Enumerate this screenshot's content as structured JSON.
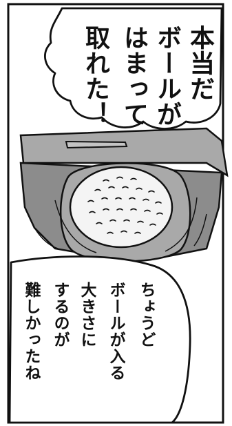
{
  "panel": {
    "top_bubble": {
      "lines": [
        "本当だ",
        "ボールが",
        "はまって",
        "取れた！"
      ]
    },
    "bottom_bubble": {
      "lines": [
        "ちょうど",
        "ボールが入る",
        "大きさに",
        "するのが",
        "難しかったね"
      ]
    }
  },
  "colors": {
    "ink": "#111111",
    "tray_dark": "#8c8c8c",
    "tray_mid": "#a9a9a9",
    "tray_light": "#c4c4c4",
    "ball": "#f4f4f4",
    "background": "#ffffff"
  }
}
